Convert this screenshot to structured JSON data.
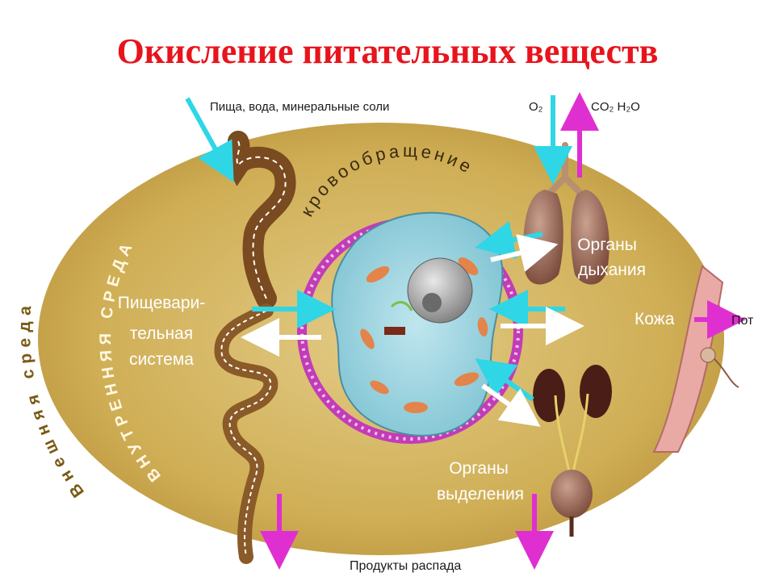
{
  "title": "Окисление питательных веществ",
  "colors": {
    "title": "#e8141c",
    "body_ellipse": "#c9a64a",
    "arrow_in": "#2fd6e6",
    "arrow_out": "#e02fd0",
    "circulation_ring": "#c23cb8"
  },
  "labels": {
    "food_input": "Пища, вода, минеральные соли",
    "o2": "O₂",
    "co2_h2o": "CO₂  H₂O",
    "external_env": "Внешняя среда",
    "internal_env": "ВНУТРЕННЯЯ СРЕДА",
    "circulation": "кровообращение",
    "digestive_line1": "Пищевари-",
    "digestive_line2": "тельная",
    "digestive_line3": "система",
    "respiratory_line1": "Органы",
    "respiratory_line2": "дыхания",
    "skin": "Кожа",
    "sweat": "Пот",
    "excretory_line1": "Органы",
    "excretory_line2": "выделения",
    "decay_products": "Продукты распада"
  }
}
